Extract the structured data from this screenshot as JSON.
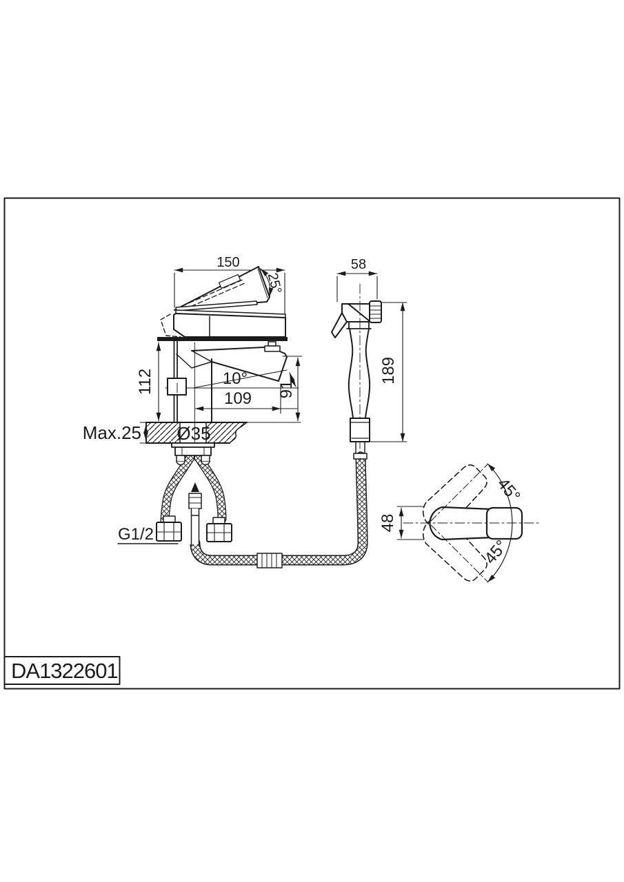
{
  "page": {
    "background": "#ffffff"
  },
  "drawing": {
    "product_code": "DA1322601",
    "line_color": "#1b1b1b",
    "front_view": {
      "spout_width": "150",
      "handle_lift_angle": "25°",
      "body_height": "112",
      "spout_angle": "10°",
      "spout_reach": "109",
      "spout_height": "91",
      "mounting_thickness": "Max.25",
      "hole_diameter": "Ø35",
      "hose_thread": "G1/2"
    },
    "shower_view": {
      "head_width": "58",
      "shower_length": "189"
    },
    "top_view": {
      "handle_width": "48",
      "swing_up_angle": "45°",
      "swing_down_angle": "45°"
    }
  }
}
